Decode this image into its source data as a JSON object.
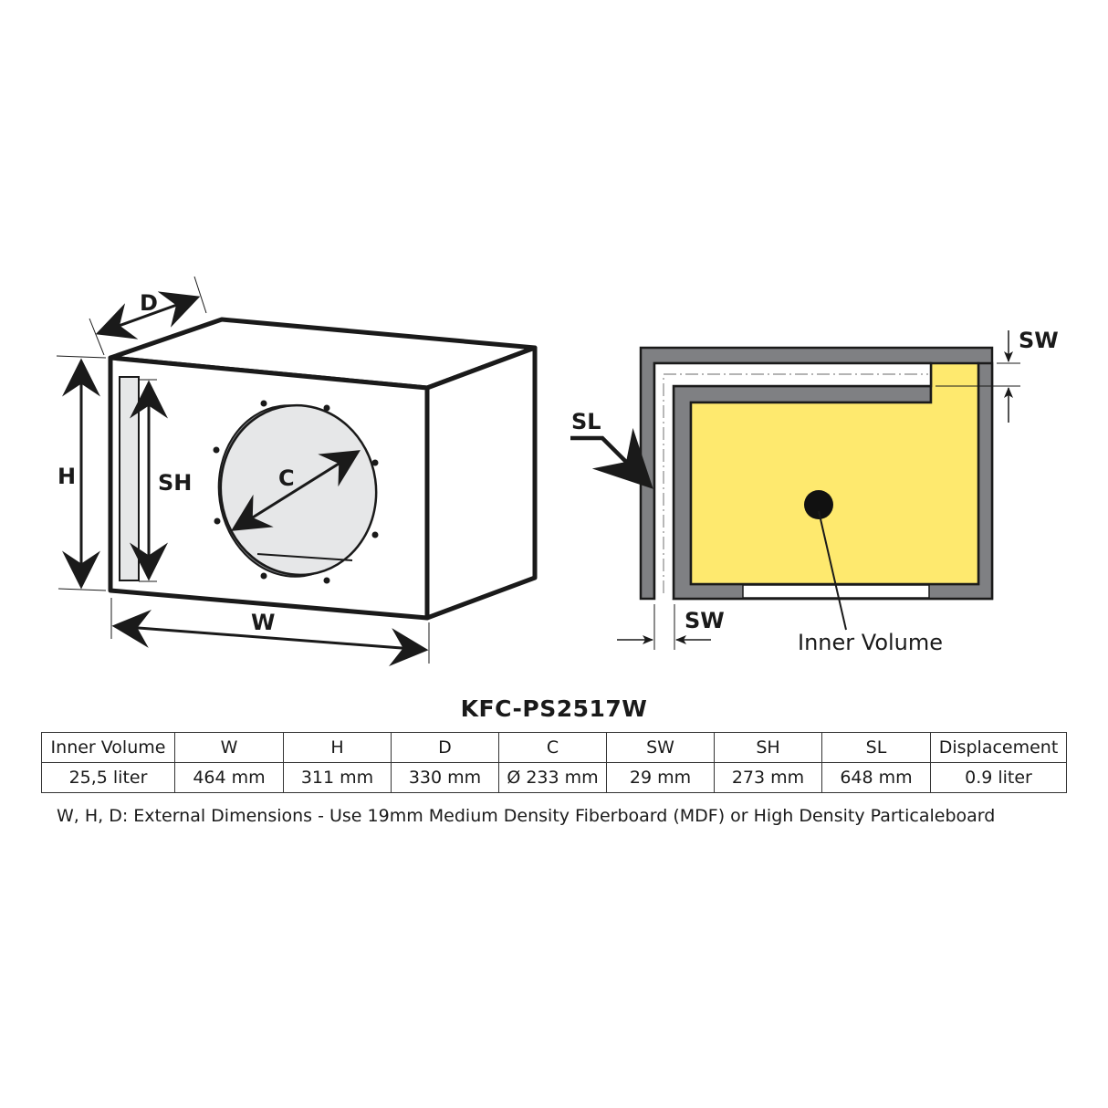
{
  "diagram": {
    "box_view": {
      "labels": {
        "depth": "D",
        "height": "H",
        "slot_height": "SH",
        "cutout": "C",
        "width": "W"
      }
    },
    "section_view": {
      "labels": {
        "slot_width_top": "SW",
        "slot_length": "SL",
        "slot_width_bottom": "SW",
        "inner_volume": "Inner Volume"
      },
      "colors": {
        "wall": "#7f8083",
        "inner_volume": "#fee96e",
        "outline": "#1a1a1a"
      }
    }
  },
  "spec": {
    "model": "KFC-PS2517W",
    "headers": [
      "Inner Volume",
      "W",
      "H",
      "D",
      "C",
      "SW",
      "SH",
      "SL",
      "Displacement"
    ],
    "values": [
      "25,5 liter",
      "464 mm",
      "311 mm",
      "330 mm",
      "Ø 233 mm",
      "29 mm",
      "273 mm",
      "648 mm",
      "0.9 liter"
    ],
    "note": "W, H, D: External Dimensions - Use 19mm Medium Density Fiberboard (MDF) or High Density Particaleboard"
  }
}
